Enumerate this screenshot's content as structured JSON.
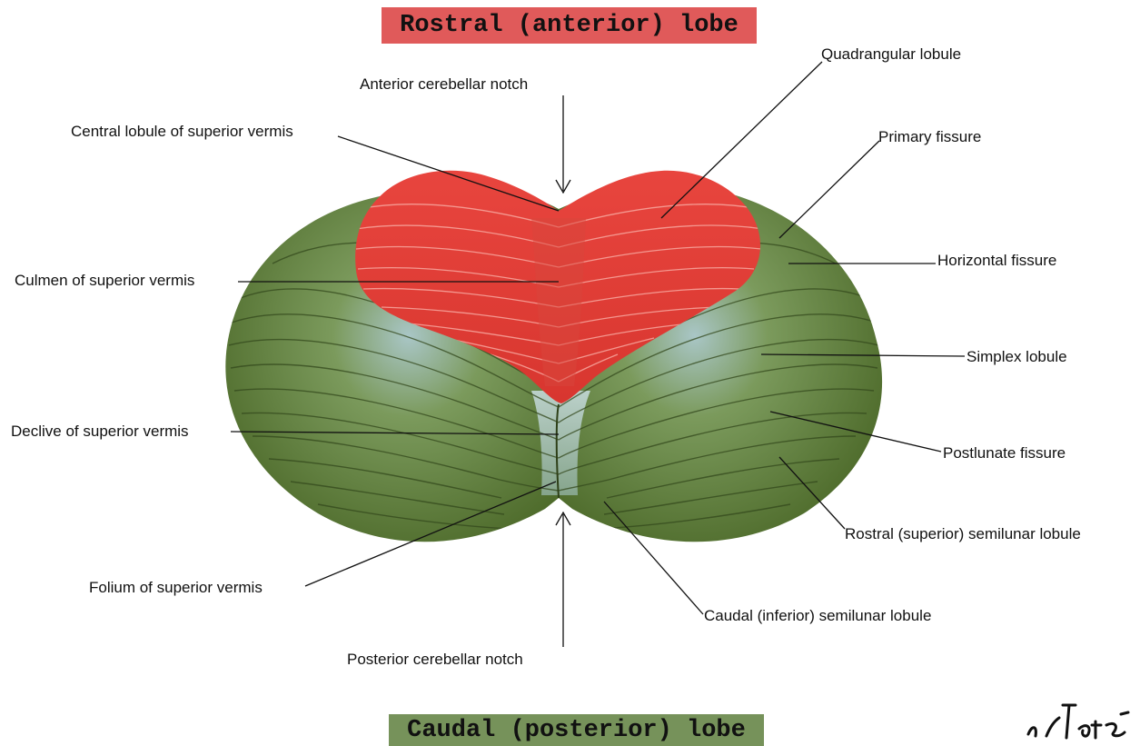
{
  "colors": {
    "anterior_lobe": "#e8473f",
    "posterior_lobe": "#5a7a34",
    "vermis_highlight": "#b9d3d8",
    "top_banner_bg": "#e05a5a",
    "bottom_banner_bg": "#76925a"
  },
  "banners": {
    "top": "Rostral (anterior) lobe",
    "bottom": "Caudal (posterior) lobe"
  },
  "labels": {
    "anterior_notch": "Anterior cerebellar notch",
    "central_lobule": "Central lobule of superior vermis",
    "culmen": "Culmen of superior vermis",
    "declive": "Declive of superior vermis",
    "folium": "Folium of superior vermis",
    "posterior_notch": "Posterior cerebellar notch",
    "quadrangular": "Quadrangular lobule",
    "primary_fissure": "Primary fissure",
    "horizontal_fissure": "Horizontal fissure",
    "simplex": "Simplex lobule",
    "postlunate": "Postlunate fissure",
    "rostral_semilunar": "Rostral (superior) semilunar lobule",
    "caudal_semilunar": "Caudal (inferior) semilunar lobule"
  },
  "signature_text": "Netter"
}
